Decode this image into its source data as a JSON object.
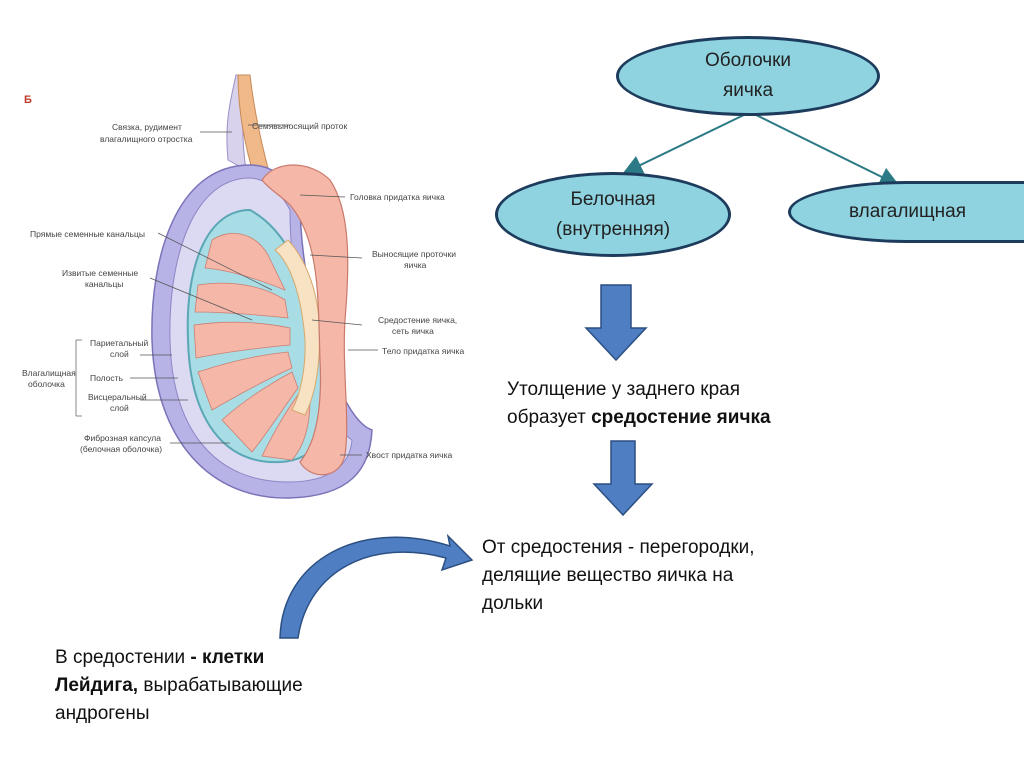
{
  "diagram": {
    "root": {
      "line1": "Оболочки",
      "line2": "яичка"
    },
    "left": {
      "line1": "Белочная",
      "line2": "(внутренняя)"
    },
    "right": {
      "label": "влагалищная"
    },
    "text1": {
      "part1": "Утолщение  у заднего края",
      "part2": "образует ",
      "bold": "средостение яичка"
    },
    "text2": {
      "line1": "От средостения  - перегородки,",
      "line2": "делящие вещество  яичка на",
      "line3": "дольки"
    },
    "text3": {
      "part1": "В средостении  ",
      "bold1": "- клетки",
      "bold2": "Лейдига,",
      "part2": " вырабатывающие",
      "line3": "андрогены"
    }
  },
  "illustration": {
    "panel_letter": "Б",
    "labels": {
      "ligament1": "Связка, рудимент",
      "ligament2": "влагалищного отростка",
      "vas_deferens": "Семявыносящий проток",
      "epididymis_head": "Головка придатка яичка",
      "straight_tubules": "Прямые семенные канальцы",
      "convoluted1": "Извитые семенные",
      "convoluted2": "канальцы",
      "efferent1": "Выносящие проточки",
      "efferent2": "яичка",
      "mediastinum1": "Средостение яичка,",
      "mediastinum2": "сеть яичка",
      "epididymis_body": "Тело придатка яичка",
      "parietal1": "Париетальный",
      "parietal2": "слой",
      "vaginal1": "Влагалищная",
      "vaginal2": "оболочка",
      "cavity": "Полость",
      "visceral1": "Висцеральный",
      "visceral2": "слой",
      "capsule1": "Фиброзная капсула",
      "capsule2": "(белочная оболочка)",
      "epididymis_tail": "Хвост придатка яичка"
    }
  },
  "colors": {
    "ellipse_fill": "#8fd3e0",
    "ellipse_border": "#1d3b5c",
    "arrow_fill": "#4f7fc2",
    "arrow_stroke": "#2c4f82",
    "connector": "#2c7a85"
  }
}
